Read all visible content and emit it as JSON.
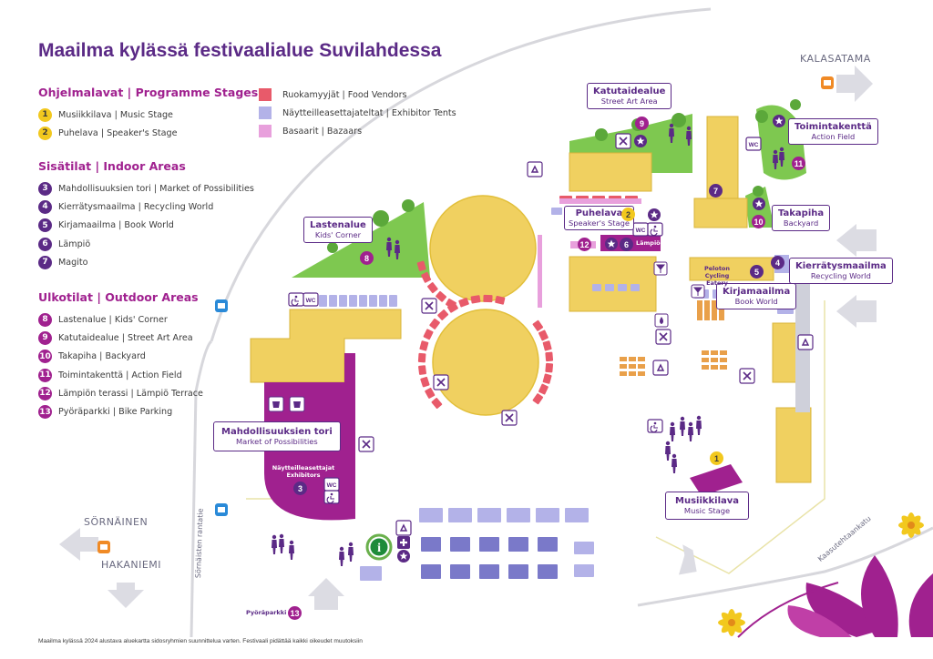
{
  "title": "Maailma kylässä festivaalialue Suvilahdessa",
  "legend": {
    "programme_stages": {
      "heading_fi": "Ohjelmalavat",
      "heading_en": "Programme Stages",
      "items": [
        {
          "num": "1",
          "label": "Musiikkilava | Music Stage"
        },
        {
          "num": "2",
          "label": "Puhelava | Speaker's Stage"
        }
      ]
    },
    "indoor_areas": {
      "heading_fi": "Sisätilat",
      "heading_en": "Indoor Areas",
      "items": [
        {
          "num": "3",
          "label": "Mahdollisuuksien tori | Market of Possibilities"
        },
        {
          "num": "4",
          "label": "Kierrätysmaailma | Recycling World"
        },
        {
          "num": "5",
          "label": "Kirjamaailma | Book World"
        },
        {
          "num": "6",
          "label": "Lämpiö"
        },
        {
          "num": "7",
          "label": "Magito"
        }
      ]
    },
    "outdoor_areas": {
      "heading_fi": "Ulkotilat",
      "heading_en": "Outdoor Areas",
      "items": [
        {
          "num": "8",
          "label": "Lastenalue | Kids' Corner"
        },
        {
          "num": "9",
          "label": "Katutaidealue | Street Art Area"
        },
        {
          "num": "10",
          "label": "Takapiha | Backyard"
        },
        {
          "num": "11",
          "label": "Toimintakenttä | Action Field"
        },
        {
          "num": "12",
          "label": "Lämpiön terassi | Lämpiö Terrace"
        },
        {
          "num": "13",
          "label": "Pyöräparkki | Bike Parking"
        }
      ]
    },
    "swatches": [
      {
        "label": "Ruokamyyjät | Food Vendors",
        "color": "#e85a6a"
      },
      {
        "label": "Näytteilleasettajateltat | Exhibitor Tents",
        "color": "#b3b2e8"
      },
      {
        "label": "Basaarit | Bazaars",
        "color": "#e8a0dc"
      }
    ]
  },
  "map_labels": {
    "katutaidealue": {
      "title": "Katutaidealue",
      "sub": "Street Art Area"
    },
    "toimintakentta": {
      "title": "Toimintakenttä",
      "sub": "Action Field"
    },
    "puhelava": {
      "title": "Puhelava",
      "sub": "Speaker's Stage"
    },
    "takapiha": {
      "title": "Takapiha",
      "sub": "Backyard"
    },
    "lastenalue": {
      "title": "Lastenalue",
      "sub": "Kids' Corner"
    },
    "kierratysmaailma": {
      "title": "Kierrätysmaailma",
      "sub": "Recycling World"
    },
    "kirjamaailma": {
      "title": "Kirjamaailma",
      "sub": "Book World"
    },
    "mahdollisuuksien_tori": {
      "title": "Mahdollisuuksien tori",
      "sub": "Market of Possibilities"
    },
    "musiikkilava": {
      "title": "Musiikkilava",
      "sub": "Music Stage"
    },
    "peloton": "Peloton Cycling Eatery",
    "lampio": "Lämpiö",
    "exhibitors": "Näytteilleasettajat Exhibitors",
    "wc": "WC"
  },
  "places": {
    "kalasatama": "KALASATAMA",
    "sornainen": "SÖRNÄINEN",
    "hakaniemi": "HAKANIEMI",
    "sornaisten_rantatie": "Sörnäisten rantatie",
    "kaasutehtaankatu": "Kaasutehtaankatu",
    "pyoraparkki": "Pyöräparkki"
  },
  "icons": [
    "bus-stop-icon",
    "info-icon",
    "recycle-icon",
    "first-aid-icon",
    "star-icon",
    "wc-icon",
    "accessible-icon",
    "food-icon",
    "cafe-icon",
    "bar-icon",
    "water-icon"
  ],
  "colors": {
    "purple": "#5b2a86",
    "magenta": "#a0218f",
    "yellow": "#f2c81e",
    "building": "#f0d060",
    "green": "#7ec850",
    "food": "#e85a6a",
    "tent": "#b3b2e8",
    "bazaar": "#e8a0dc"
  },
  "footer": "Maailma kylässä 2024 alustava aluekartta sidosryhmien suunnittelua varten. Festivaali pidättää kaikki oikeudet muutoksiin"
}
